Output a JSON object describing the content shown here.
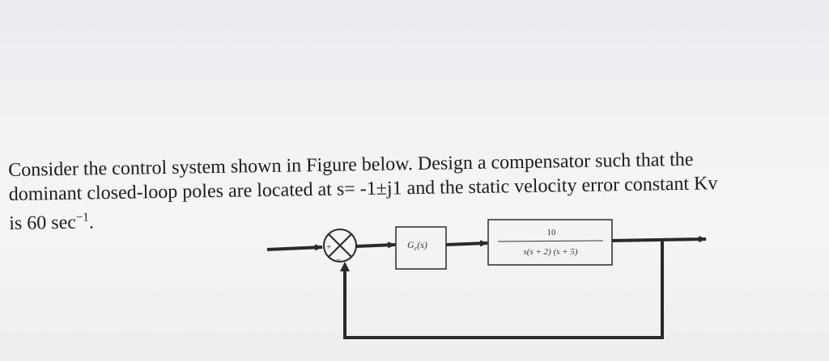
{
  "problem": {
    "line1": "Consider the control system shown in Figure below. Design a compensator such that the",
    "line2": "dominant closed-loop poles are located at s= -1±j1 and the static velocity error constant Kv",
    "line3_prefix": "is 60 sec",
    "line3_exponent": "−1",
    "line3_suffix": "."
  },
  "diagram": {
    "summer_plus": "+",
    "summer_minus": "−",
    "controller_label": "G",
    "controller_subscript": "c",
    "controller_arg": "(s)",
    "plant_numerator": "10",
    "plant_denominator": "s(s + 2) (s + 5)"
  }
}
